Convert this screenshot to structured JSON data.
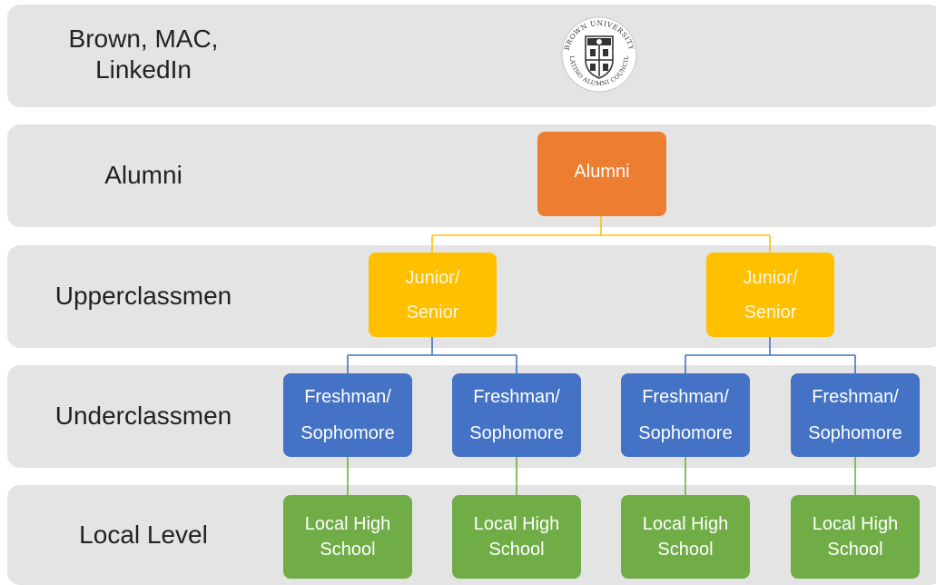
{
  "levels": {
    "top": "Brown, MAC,\nLinkedIn",
    "alumni": "Alumni",
    "upper": "Upperclassmen",
    "under": "Underclassmen",
    "local": "Local Level"
  },
  "logo": {
    "arc_top": "BROWN UNIVERSITY",
    "arc_bottom": "LATINO ALUMNI COUNCIL"
  },
  "nodes": {
    "alumni": "Alumni",
    "upper_line1": "Junior/",
    "upper_line2": "Senior",
    "under_line1": "Freshman/",
    "under_line2": "Sophomore",
    "local_line1": "Local High",
    "local_line2": "School"
  },
  "colors": {
    "alumni": "#ed7d31",
    "upper": "#ffc000",
    "under": "#4472c4",
    "local": "#70ad47"
  }
}
